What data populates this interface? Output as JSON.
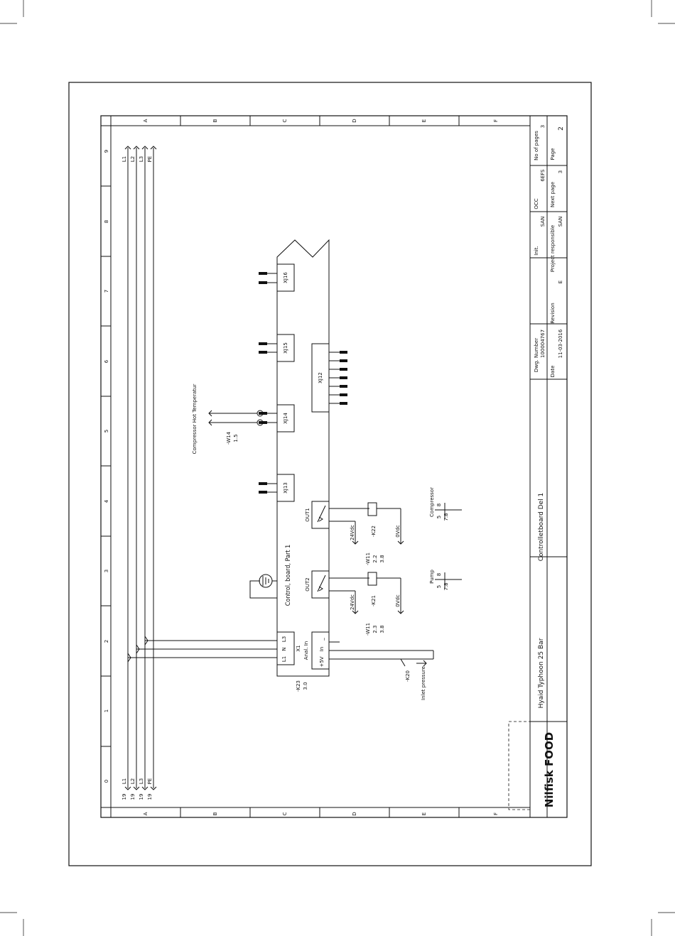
{
  "grid": {
    "columns": [
      "0",
      "1",
      "2",
      "3",
      "4",
      "5",
      "6",
      "7",
      "8",
      "9"
    ],
    "rows": [
      "A",
      "B",
      "C",
      "D",
      "E",
      "F"
    ]
  },
  "busbars": {
    "top_labels": [
      "L1",
      "L2",
      "L3",
      "PE"
    ],
    "bottom_labels": [
      "L1",
      "L2",
      "L3",
      "PE"
    ],
    "bottom_refs": [
      "19",
      "19",
      "19",
      "19"
    ]
  },
  "sheet": {
    "company_logo": "Nilfisk FOOD",
    "product": "Hyaid Typhoon 25 Bar",
    "drawing_title": "Controlletboard Del 1",
    "dwg_number_label": "Dwg. Number",
    "dwg_number": "100004767",
    "date_label": "Date",
    "date": "11-03-2016",
    "revision_label": "Revision",
    "revision": "E",
    "init_label": "Init.",
    "init": "SAN",
    "project_responsible_label": "Project responsible",
    "project_responsible": "SAN",
    "occ_label": "OCC",
    "occ": "6EFS",
    "next_page_label": "Next page",
    "next_page": "3",
    "no_of_pages_label": "No of pages",
    "no_of_pages": "3",
    "page_label": "Page",
    "page": "2"
  },
  "schematic": {
    "board_label": "Control, board, Part 1",
    "connectors": [
      "XJ16",
      "XJ15",
      "XJ14",
      "XJ13",
      "XJ12"
    ],
    "x1_label": "X1",
    "x1_terminals": [
      "L1",
      "N",
      "L3"
    ],
    "analog_label": "Anal. In",
    "analog_terminals": [
      "+5V",
      "In",
      "_"
    ],
    "k23_ref": "-K23",
    "k23_ref_page": "3.0",
    "out1": "OUT1",
    "out2": "OUT2",
    "supply_24": "24Vdc",
    "supply_0": "0Vdc",
    "k22": "-K22",
    "k21": "-K21",
    "w11_a": "-W11",
    "w11_a_refs": [
      "2.2",
      "3.8"
    ],
    "w11_b": "-W11",
    "w11_b_refs": [
      "2.3",
      "3.8"
    ],
    "w14": "-W14",
    "w14_ref": "1.5",
    "compressor_temp": "Compressor Hot Temperatur",
    "compressor": "Compressor",
    "compressor_refs": [
      "5",
      "8"
    ],
    "compressor_ref_page": "7.8",
    "pump": "Pump",
    "pump_refs": [
      "5",
      "8"
    ],
    "pump_ref_page": "7.8",
    "k20": "-K20",
    "inlet_pressure": "Inlet pressure"
  }
}
